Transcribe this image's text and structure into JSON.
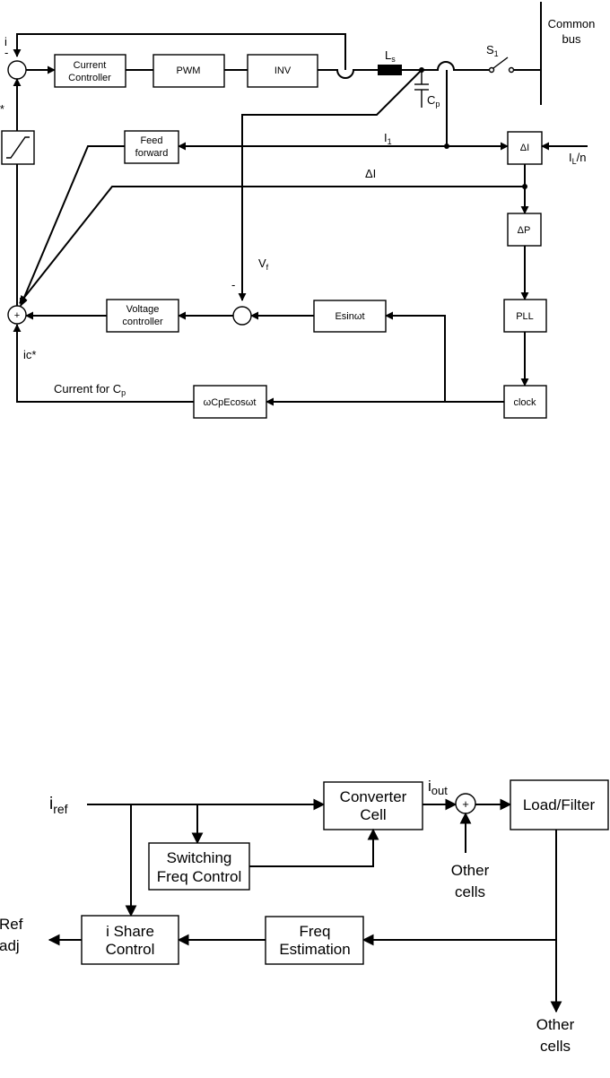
{
  "top": {
    "blocks": {
      "current_controller": [
        "Current",
        "Controller"
      ],
      "pwm": "PWM",
      "inv": "INV",
      "feed_forward": [
        "Feed",
        "forward"
      ],
      "delta_i": "ΔI",
      "delta_p": "ΔP",
      "pll": "PLL",
      "voltage_controller": [
        "Voltage",
        "controller"
      ],
      "esin": "Esinωt",
      "clock": "clock",
      "wcpecos": "ωCpEcosωt"
    },
    "labels": {
      "common_bus": [
        "Common",
        "bus"
      ],
      "i_top": "i",
      "minus_top": "-",
      "i_star": "i*",
      "ls": "L",
      "ls_sub": "s",
      "cp": "C",
      "cp_sub": "p",
      "s1": "S",
      "s1_sub": "1",
      "i1": "I",
      "i1_sub": "1",
      "il_n": "I",
      "il_n_sub": "L",
      "il_n_rest": "/n",
      "delta_i_line": "ΔI",
      "vf": "V",
      "vf_sub": "f",
      "minus_vf": "-",
      "plus_sum": "+",
      "ic_star": "ic*",
      "current_for_cp": "Current for C",
      "current_for_cp_sub": "p"
    }
  },
  "bottom": {
    "blocks": {
      "converter_cell": [
        "Converter",
        "Cell"
      ],
      "load_filter": "Load/Filter",
      "switching_freq": [
        "Switching",
        "Freq Control"
      ],
      "ishare": [
        "i Share",
        "Control"
      ],
      "freq_est": [
        "Freq",
        "Estimation"
      ]
    },
    "labels": {
      "iref": "i",
      "iref_sub": "ref",
      "iout": "i",
      "iout_sub": "out",
      "plus": "+",
      "other_cells_1": [
        "Other",
        "cells"
      ],
      "other_cells_2": [
        "Other",
        "cells"
      ],
      "ref_adj": [
        "Ref",
        "adj"
      ]
    }
  }
}
